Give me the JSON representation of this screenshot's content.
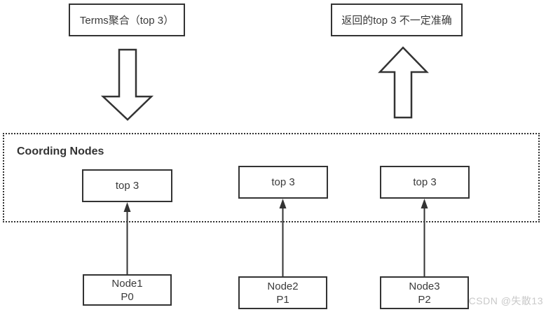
{
  "diagram": {
    "top_left_box": {
      "label": "Terms聚合（top 3）"
    },
    "top_right_box": {
      "label": "返回的top 3 不一定准确"
    },
    "coordinating_container": {
      "label": "Coording Nodes"
    },
    "top3_boxes": [
      {
        "label": "top 3"
      },
      {
        "label": "top 3"
      },
      {
        "label": "top 3"
      }
    ],
    "node_boxes": [
      {
        "line1": "Node1",
        "line2": "P0"
      },
      {
        "line1": "Node2",
        "line2": "P1"
      },
      {
        "line1": "Node3",
        "line2": "P2"
      }
    ],
    "arrows": {
      "down_block_arrow": "flow from Terms aggregation into coordinating nodes",
      "up_block_arrow": "result returned upward",
      "connectors": "each data node sends its local top 3 to coordinating node"
    },
    "watermark": "CSDN @失散13",
    "colors": {
      "stroke": "#333333",
      "text": "#3a3a3a",
      "watermark": "#c9c9c9",
      "background": "#ffffff"
    }
  }
}
